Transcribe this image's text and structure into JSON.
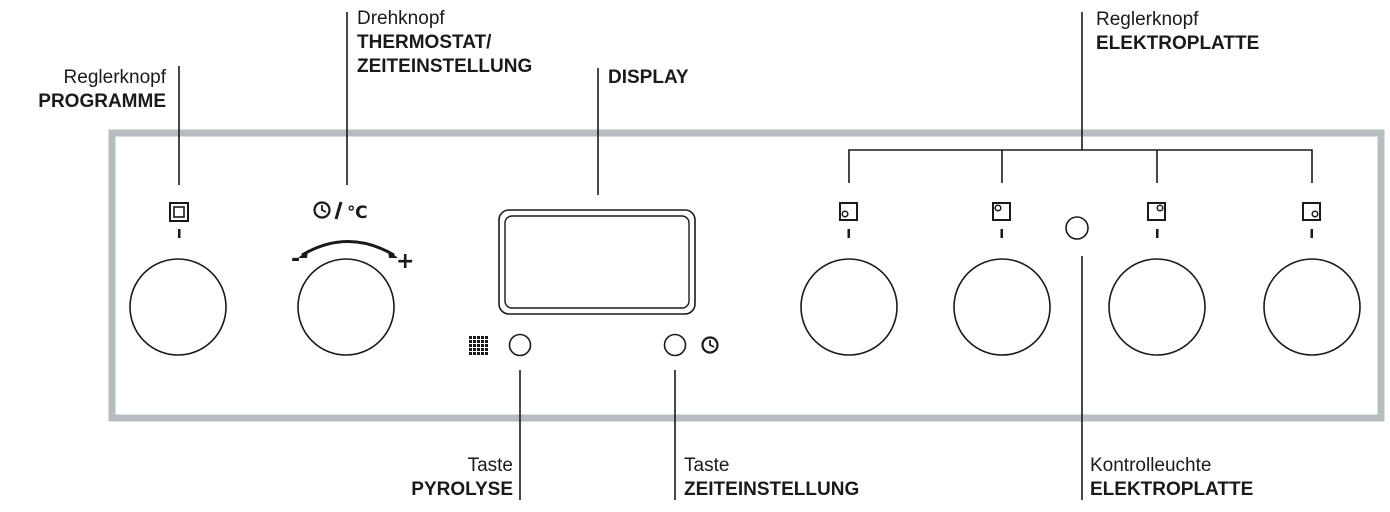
{
  "labels": {
    "programme": {
      "line1": "Reglerknopf",
      "line2": "PROGRAMME"
    },
    "thermostat": {
      "line1": "Drehknopf",
      "line2": "THERMOSTAT/",
      "line3": "ZEITEINSTELLUNG"
    },
    "display": {
      "line1": "DISPLAY"
    },
    "hotplate_knob": {
      "line1": "Reglerknopf",
      "line2": "ELEKTROPLATTE"
    },
    "pyrolysis_button": {
      "line1": "Taste",
      "line2": "PYROLYSE"
    },
    "time_button": {
      "line1": "Taste",
      "line2": "ZEITEINSTELLUNG"
    },
    "indicator_light": {
      "line1": "Kontrolleuchte",
      "line2": "ELEKTROPLATTE"
    }
  },
  "thermostat_symbol": {
    "unit": "℃",
    "minus": "-",
    "plus": "+"
  },
  "icons": {
    "programme": "square-in-square-icon",
    "thermostat": "clock-icon",
    "pyrolysis": "grid-icon",
    "time": "clock-icon",
    "hotplates": [
      "hotplate-rear-left-icon",
      "hotplate-front-left-icon",
      "hotplate-front-right-icon",
      "hotplate-rear-right-icon"
    ]
  },
  "colors": {
    "panel_border": "#b6bdc1",
    "line": "#1a1a1a",
    "background": "#ffffff"
  }
}
